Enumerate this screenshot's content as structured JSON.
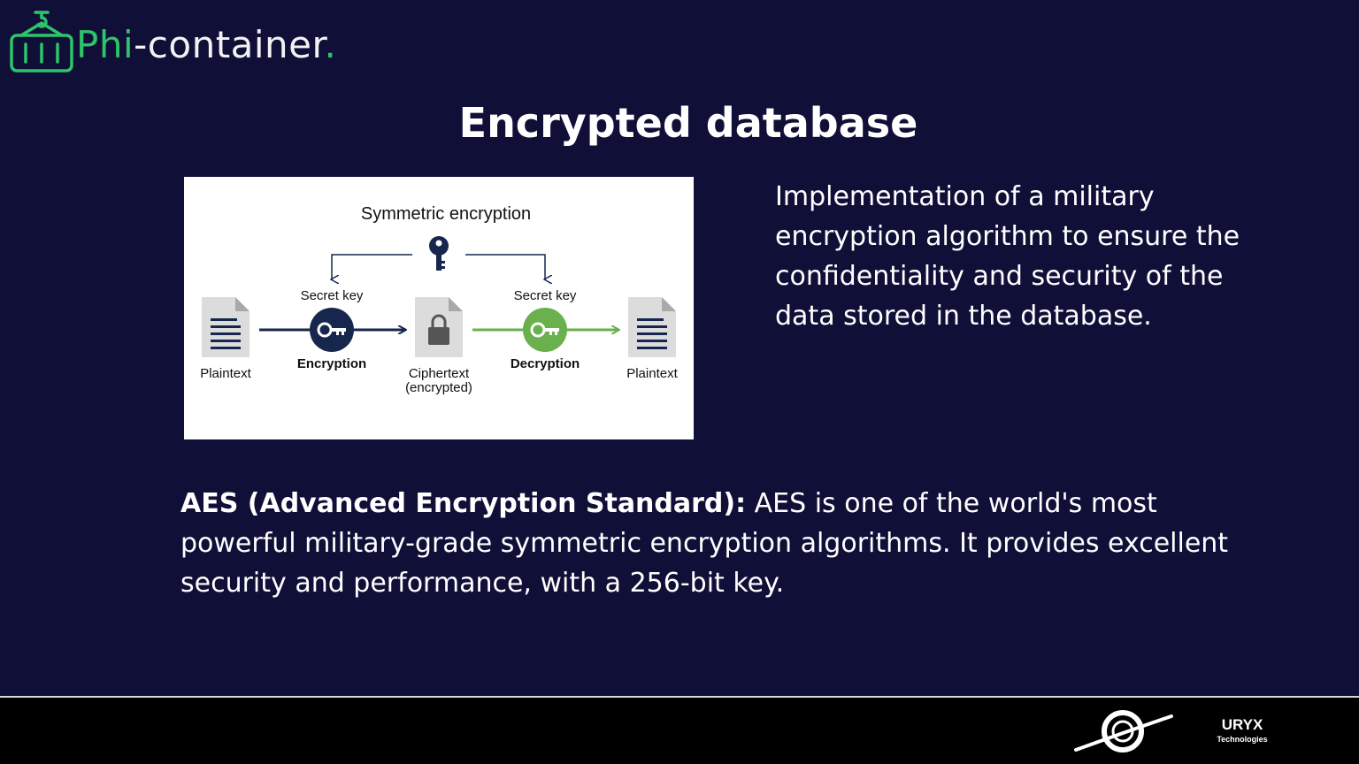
{
  "logo": {
    "part1": "Phi",
    "part2": "-container",
    "part3": "."
  },
  "title": "Encrypted database",
  "diagram": {
    "title": "Symmetric encryption",
    "secret_key_left": "Secret key",
    "secret_key_right": "Secret key",
    "plaintext_left": "Plaintext",
    "encryption": "Encryption",
    "ciphertext_line1": "Ciphertext",
    "ciphertext_line2": "(encrypted)",
    "decryption": "Decryption",
    "plaintext_right": "Plaintext"
  },
  "description": "Implementation of a military encryption algorithm to ensure the confidentiality and security of the data stored in the database.",
  "aes": {
    "label": "AES (Advanced Encryption Standard):",
    "text": " AES is one of the world's most powerful military-grade symmetric encryption algorithms. It provides excellent security and performance, with a 256-bit key."
  },
  "footer": {
    "brand": "URYX",
    "brand_sub": "Technologies"
  },
  "colors": {
    "background": "#100f38",
    "accent": "#2ec46a",
    "navy": "#17264d",
    "green": "#6ab04c"
  }
}
